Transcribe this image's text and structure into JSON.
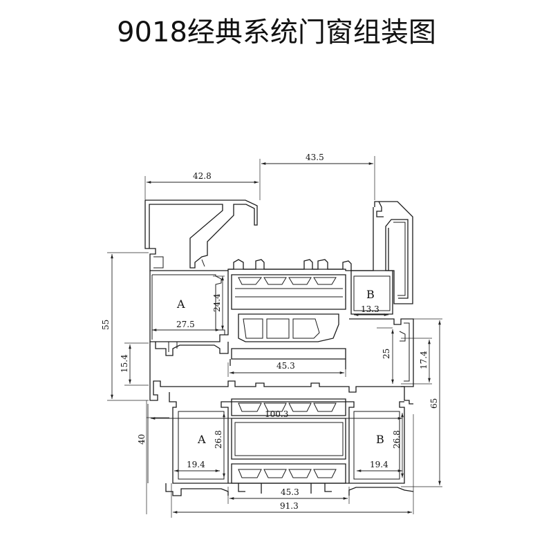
{
  "title": "9018经典系统门窗组装图",
  "labels": {
    "chamber_a_upper": "A",
    "chamber_b_upper": "B",
    "chamber_a_lower": "A",
    "chamber_b_lower": "B"
  },
  "dimensions": {
    "top_left_width": "42.8",
    "top_right_width": "43.5",
    "frame_height_left": "55",
    "chamber_a_upper_height": "24.4",
    "chamber_a_upper_width": "27.5",
    "chamber_b_upper_width": "13.3",
    "left_bottom_step": "15.4",
    "upper_glazing_width": "45.3",
    "right_step_25": "25",
    "right_step_17_4": "17.4",
    "right_overall_65": "65",
    "lower_span": "100.3",
    "lower_left_40": "40",
    "chamber_a_lower_height": "26.8",
    "chamber_b_lower_height": "26.8",
    "chamber_a_lower_width": "19.4",
    "chamber_b_lower_width": "19.4",
    "lower_glazing_width": "45.3",
    "overall_width": "91.3"
  }
}
